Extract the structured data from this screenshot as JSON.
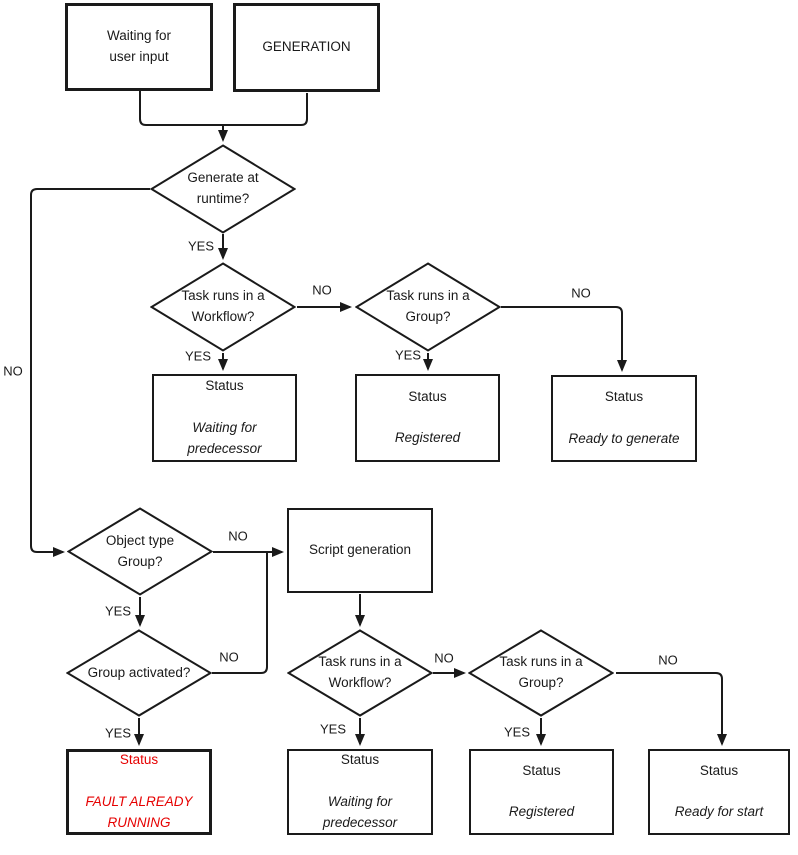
{
  "edge_labels": {
    "yes": "YES",
    "no": "NO"
  },
  "colors": {
    "line": "#1a1a1a",
    "text": "#1a1a1a",
    "fault_text": "#e60000",
    "background": "#ffffff"
  },
  "nodes": {
    "waiting_user_input": {
      "label": "Waiting for\nuser input"
    },
    "generation": {
      "label": "GENERATION"
    },
    "generate_at_runtime": {
      "label": "Generate at\nruntime?"
    },
    "task_runs_workflow_top": {
      "label": "Task runs in a\nWorkflow?"
    },
    "task_runs_group_top": {
      "label": "Task runs in a\nGroup?"
    },
    "status_waiting_predecessor_top": {
      "label": "Status",
      "value": "Waiting for\npredecessor"
    },
    "status_registered_top": {
      "label": "Status",
      "value": "Registered"
    },
    "status_ready_to_generate": {
      "label": "Status",
      "value": "Ready to generate"
    },
    "object_type_group": {
      "label": "Object type\nGroup?"
    },
    "script_generation": {
      "label": "Script generation"
    },
    "group_activated": {
      "label": "Group activated?"
    },
    "status_fault_already_running": {
      "label": "Status",
      "value": "FAULT ALREADY\nRUNNING"
    },
    "task_runs_workflow_bottom": {
      "label": "Task runs in a\nWorkflow?"
    },
    "task_runs_group_bottom": {
      "label": "Task runs in a\nGroup?"
    },
    "status_waiting_predecessor_bottom": {
      "label": "Status",
      "value": "Waiting for\npredecessor"
    },
    "status_registered_bottom": {
      "label": "Status",
      "value": "Registered"
    },
    "status_ready_for_start": {
      "label": "Status",
      "value": "Ready for start"
    }
  }
}
